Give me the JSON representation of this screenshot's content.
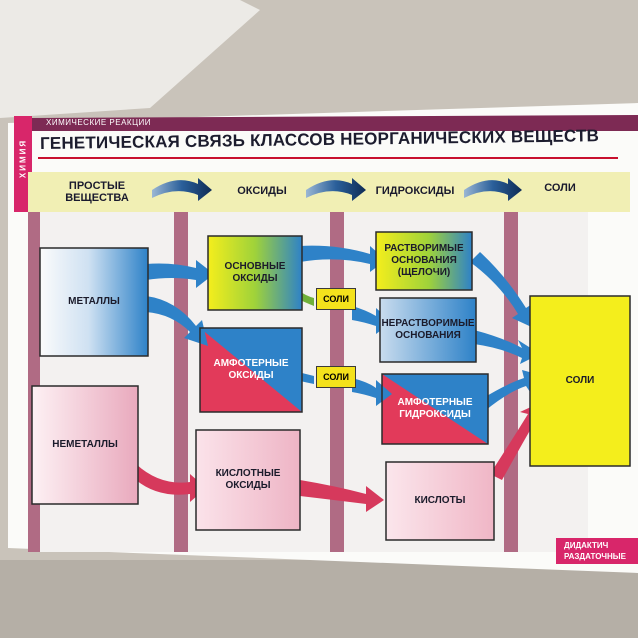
{
  "header": {
    "side_label": "ХИМИЯ",
    "subject": "ХИМИЧЕСКИЕ РЕАКЦИИ",
    "title": "ГЕНЕТИЧЕСКАЯ СВЯЗЬ КЛАССОВ НЕОРГАНИЧЕСКИХ ВЕЩЕСТВ"
  },
  "columns": {
    "simple": "ПРОСТЫЕ ВЕЩЕСТВА",
    "oxides": "ОКСИДЫ",
    "hydroxides": "ГИДРОКСИДЫ",
    "salts": "СОЛИ"
  },
  "boxes": {
    "metals": "МЕТАЛЛЫ",
    "nonmetals": "НЕМЕТАЛЛЫ",
    "basic_oxides": "ОСНОВНЫЕ ОКСИДЫ",
    "amphoteric_oxides": "АМФОТЕРНЫЕ ОКСИДЫ",
    "acidic_oxides": "КИСЛОТНЫЕ ОКСИДЫ",
    "soluble_bases": "РАСТВОРИМЫЕ ОСНОВАНИЯ (ЩЕЛОЧИ)",
    "insoluble_bases": "НЕРАСТВОРИМЫЕ ОСНОВАНИЯ",
    "amphoteric_hydroxides": "АМФОТЕРНЫЕ ГИДРОКСИДЫ",
    "acids": "КИСЛОТЫ",
    "salts": "СОЛИ",
    "salt_link_1": "СОЛИ",
    "salt_link_2": "СОЛИ"
  },
  "footer": {
    "series_line1": "ДИДАКТИЧ",
    "series_line2": "РАЗДАТОЧНЫЕ"
  },
  "colors": {
    "metal_blue": "#2e82c8",
    "nonmetal_pink": "#e9a9bd",
    "arrow_red": "#d6395c",
    "salt_yellow": "#f4ee1c",
    "accent_magenta": "#d8266a"
  }
}
